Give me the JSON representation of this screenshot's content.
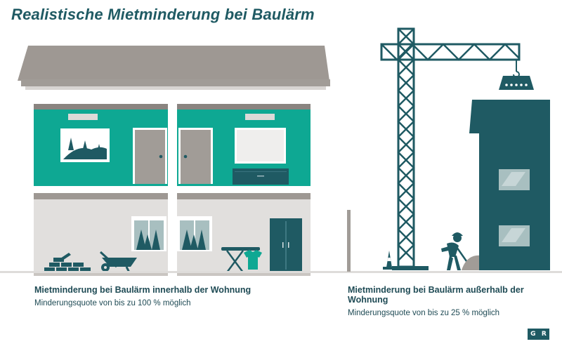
{
  "title": "Realistische Mietminderung bei Baulärm",
  "captions": {
    "inside": {
      "heading": "Mietminderung bei Baulärm innerhalb der Wohnung",
      "text": "Minderungsquote von bis zu 100 % möglich"
    },
    "outside": {
      "heading": "Mietminderung bei Baulärm außerhalb der Wohnung",
      "text": "Minderungsquote von bis zu 25 % möglich"
    }
  },
  "logo": {
    "left": "G",
    "right": "R"
  },
  "colors": {
    "teal_dark": "#1f5a63",
    "teal_wall": "#0ea893",
    "roof": "#9e9893",
    "wall_light": "#e1dfdd",
    "grey": "#a19c97"
  },
  "icons": [
    "house-illustration",
    "landscape-picture-icon",
    "door-icon",
    "whiteboard-icon",
    "sideboard-icon",
    "window-icon",
    "bricks-icon",
    "wheelbarrow-icon",
    "ironing-board-icon",
    "wardrobe-icon",
    "crane-icon",
    "traffic-cone-icon",
    "construction-worker-icon",
    "dirt-pile-icon",
    "apartment-block-icon"
  ]
}
